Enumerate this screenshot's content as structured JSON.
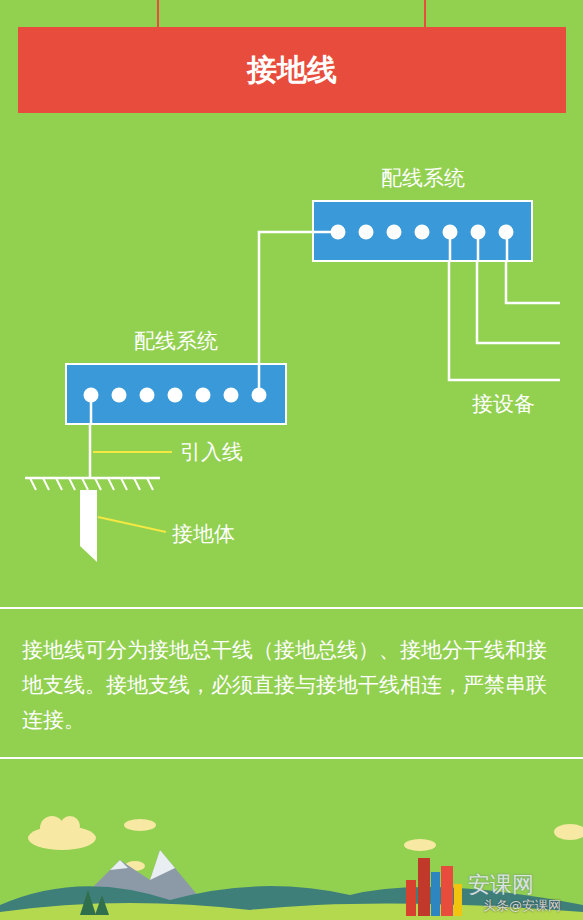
{
  "diagram": {
    "title": "接地线",
    "nodes": [
      {
        "text": [
          "配线系统"
        ]
      },
      {
        "text": [
          "配线系统"
        ]
      }
    ],
    "edges": [
      {
        "from": 1,
        "to": 0,
        "arrow": "none"
      }
    ],
    "labels": [
      "接设备",
      "引入线",
      "接地体",
      "接地线可分为接地总干线（接地总线）、接地分干线和接地支线。接地支线，必须直接与接地干线相连，严禁串联连接。",
      "安课网",
      "头条@安课网"
    ]
  }
}
